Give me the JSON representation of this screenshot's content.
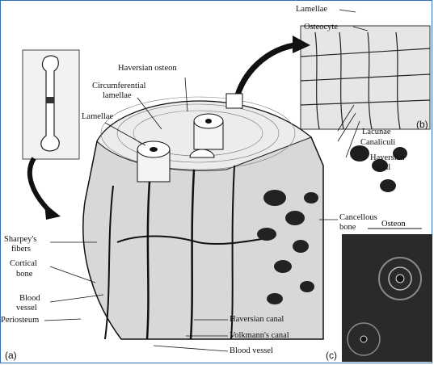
{
  "labels": {
    "haversian_osteon": "Haversian osteon",
    "circumferential_lamellae_line1": "Circumferential",
    "circumferential_lamellae_line2": "lamellae",
    "lamellae": "Lamellae",
    "lamellae_b": "Lamellae",
    "osteocyte": "Osteocyte",
    "lacunae": "Lacunae",
    "canaliculi": "Canaliculi",
    "haversian_canal_b_line1": "Haversian",
    "haversian_canal_b_line2": "canal",
    "cancellous_line1": "Cancellous",
    "cancellous_line2": "bone",
    "osteon": "Osteon",
    "sharpeys_line1": "Sharpey's",
    "sharpeys_line2": "fibers",
    "cortical_line1": "Cortical",
    "cortical_line2": "bone",
    "blood_vessel_line1": "Blood",
    "blood_vessel_line2": "vessel",
    "periosteum": "Periosteum",
    "haversian_canal": "Haversian canal",
    "volkmanns_canal": "Volkmann's canal",
    "blood_vessel": "Blood vessel"
  },
  "panels": {
    "a": "(a)",
    "b": "(b)",
    "c": "(c)"
  },
  "colors": {
    "frame": "#2f6fb5",
    "ink": "#111111",
    "photo": "#2a2a2a"
  }
}
